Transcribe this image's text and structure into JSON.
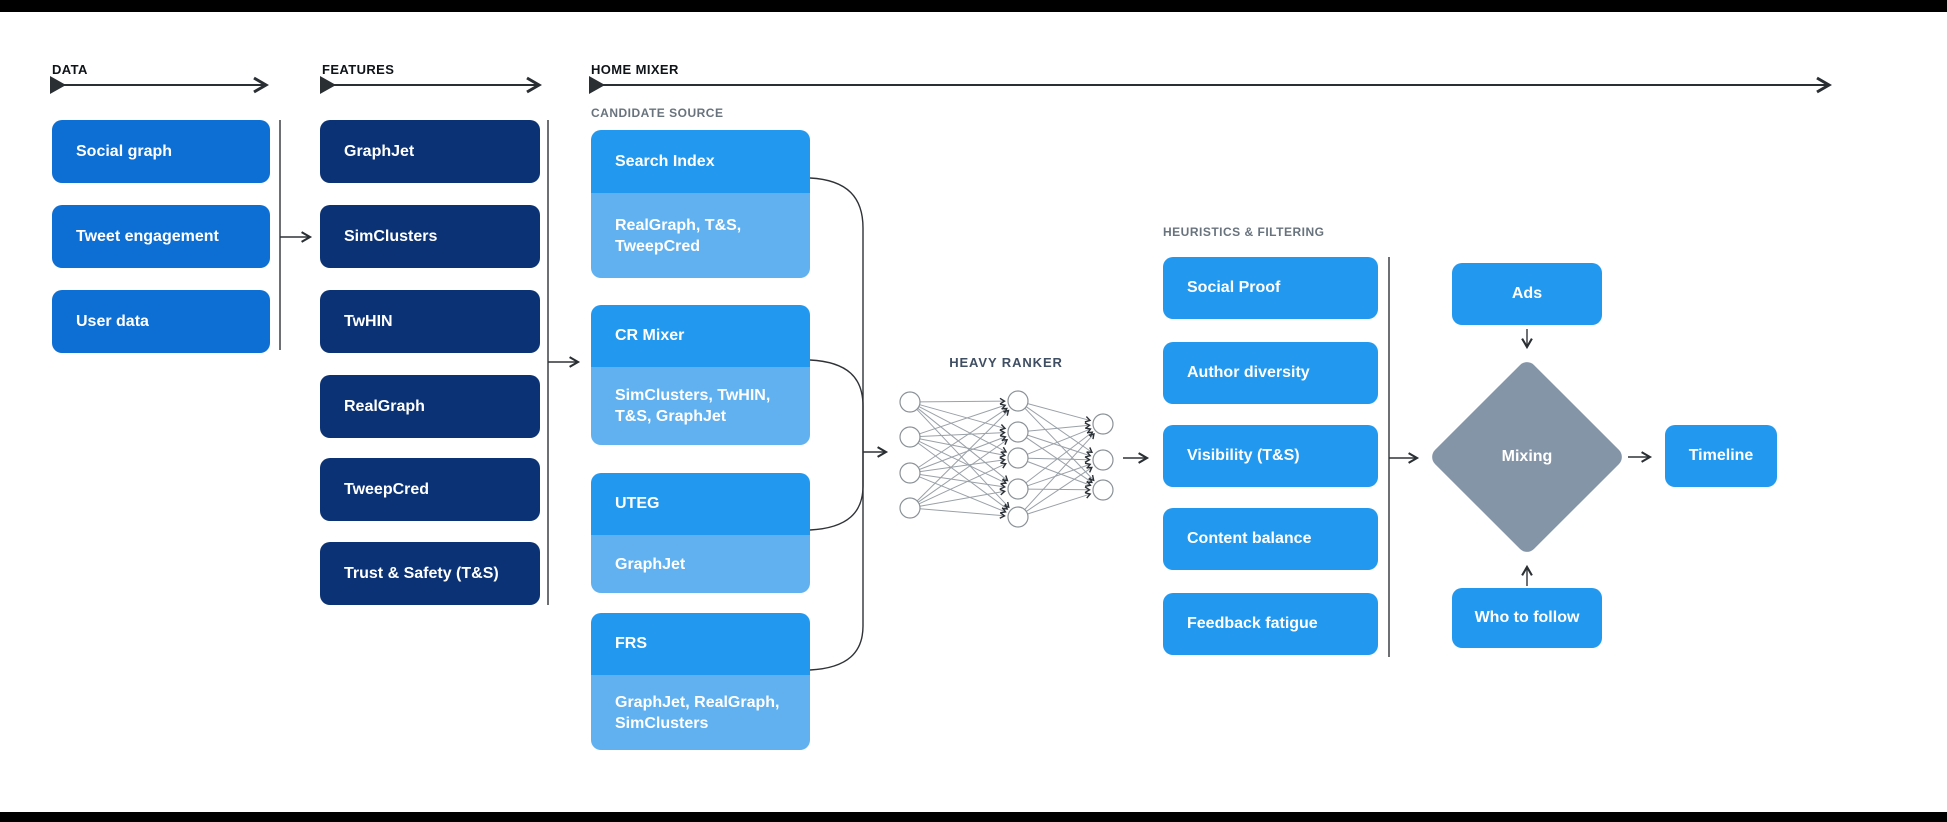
{
  "columns": {
    "data": {
      "header": "DATA",
      "items": [
        "Social graph",
        "Tweet engagement",
        "User data"
      ]
    },
    "features": {
      "header": "FEATURES",
      "items": [
        "GraphJet",
        "SimClusters",
        "TwHIN",
        "RealGraph",
        "TweepCred",
        "Trust & Safety (T&S)"
      ]
    },
    "home_mixer": {
      "header": "HOME MIXER",
      "candidate_source": {
        "header": "CANDIDATE SOURCE",
        "cards": [
          {
            "title": "Search Index",
            "sources": "RealGraph, T&S, TweepCred"
          },
          {
            "title": "CR Mixer",
            "sources": "SimClusters, TwHIN, T&S, GraphJet"
          },
          {
            "title": "UTEG",
            "sources": "GraphJet"
          },
          {
            "title": "FRS",
            "sources": "GraphJet, RealGraph, SimClusters"
          }
        ]
      },
      "heavy_ranker": {
        "header": "HEAVY RANKER"
      },
      "heuristics": {
        "header": "HEURISTICS & FILTERING",
        "items": [
          "Social Proof",
          "Author diversity",
          "Visibility (T&S)",
          "Content balance",
          "Feedback fatigue"
        ]
      },
      "mixing": {
        "ads": "Ads",
        "diamond": "Mixing",
        "who_to_follow": "Who to follow",
        "timeline": "Timeline"
      }
    }
  },
  "colors": {
    "data_box": "#0d6ed3",
    "features_box": "#0b3274",
    "bright_blue": "#2298ee",
    "light_blue": "#61b1f0",
    "diamond_gray": "#8595a8",
    "connector": "#2f3337"
  }
}
